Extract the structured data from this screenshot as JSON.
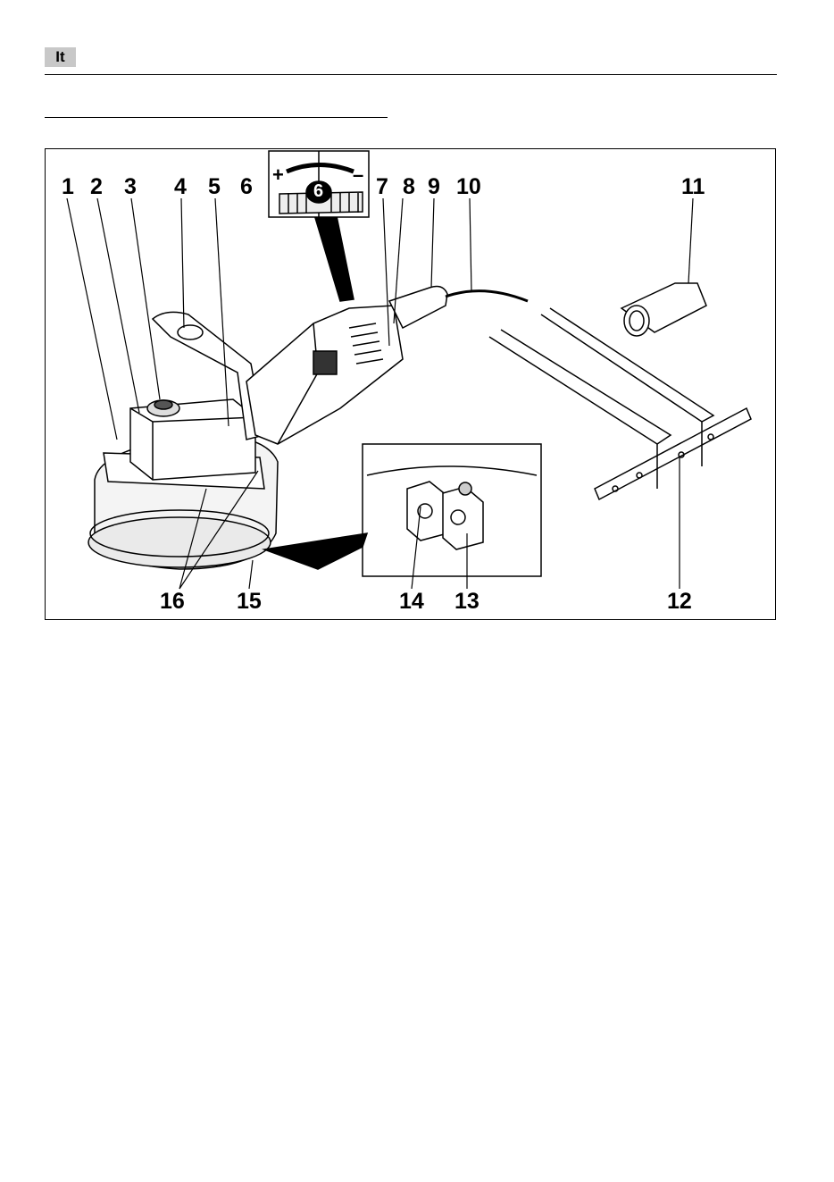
{
  "header": {
    "language_badge": "It"
  },
  "figure": {
    "callouts": [
      "1",
      "2",
      "3",
      "4",
      "5",
      "6",
      "7",
      "8",
      "9",
      "10",
      "11",
      "12",
      "13",
      "14",
      "15",
      "16"
    ],
    "speed_dial": {
      "plus": "+",
      "minus": "–",
      "setting": "6"
    }
  }
}
